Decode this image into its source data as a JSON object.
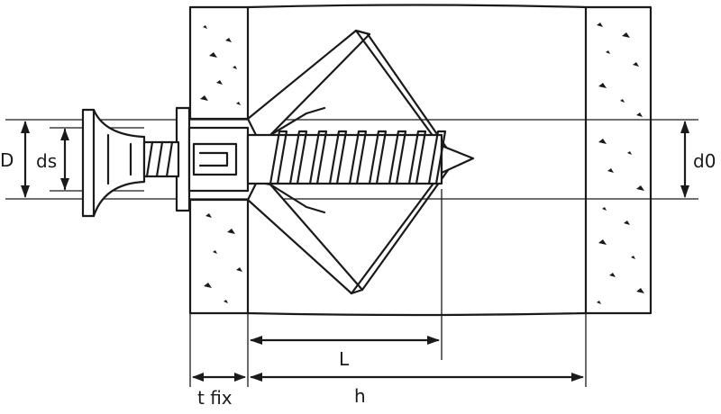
{
  "labels": {
    "D": "D",
    "ds": "ds",
    "d0": "d0",
    "L": "L",
    "h": "h",
    "tfix": "t fix"
  }
}
